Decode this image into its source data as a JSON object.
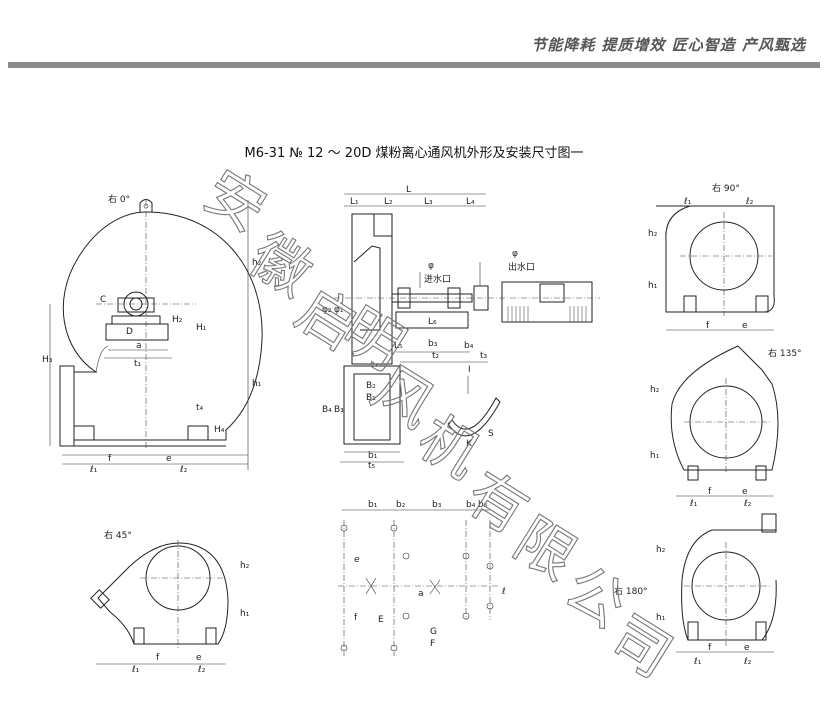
{
  "header": {
    "slogan": "节能降耗 提质增效 匠心智造 产风甄选"
  },
  "title": "M6-31 № 12 ～ 20D 煤粉离心通风机外形及安装尺寸图一",
  "watermark": [
    "安",
    "徽",
    "启",
    "明",
    "风",
    "机",
    "有",
    "限",
    "公",
    "司"
  ],
  "views": {
    "right0": {
      "angle": "右 0°",
      "labels": {
        "h2": "h₂",
        "h1": "h₁",
        "H3": "H₃",
        "C": "C",
        "D": "D",
        "H2": "H₂",
        "H1": "H₁",
        "a": "a",
        "t1": "t₁",
        "t4": "t₄",
        "H4": "H₄",
        "f": "f",
        "e": "e",
        "l1": "ℓ₁",
        "l2": "ℓ₂"
      }
    },
    "side": {
      "labels": {
        "L": "L",
        "L1": "L₁",
        "L2": "L₂",
        "L3": "L₃",
        "L4": "L₄",
        "phi": "φ",
        "inlet": "进水口",
        "outlet": "出水口",
        "L6": "L₆",
        "L5": "L₅",
        "b3": "b₃",
        "b4": "b₄",
        "t2": "t₂",
        "t3": "t₃",
        "phi2": "φ₂",
        "phi1": "φ₁",
        "B2": "B₂",
        "B1": "B₁",
        "B4": "B₄",
        "B3": "B₃",
        "b1": "b₁",
        "t5": "t₅"
      }
    },
    "detail": {
      "labels": {
        "K": "K",
        "S": "S",
        "I": "I"
      }
    },
    "right90": {
      "angle": "右 90°",
      "labels": {
        "h2": "h₂",
        "h1": "h₁",
        "f": "f",
        "e": "e",
        "l1": "ℓ₁",
        "l2": "ℓ₂"
      }
    },
    "right135": {
      "angle": "右 135°",
      "labels": {
        "h2": "h₂",
        "h1": "h₁",
        "f": "f",
        "e": "e",
        "l1": "ℓ₁",
        "l2": "ℓ₂"
      }
    },
    "right45": {
      "angle": "右 45°",
      "labels": {
        "h2": "h₂",
        "h1": "h₁",
        "f": "f",
        "e": "e",
        "l1": "ℓ₁",
        "l2": "ℓ₂"
      }
    },
    "right180": {
      "angle": "右 180°",
      "labels": {
        "h2": "h₂",
        "h1": "h₁",
        "f": "f",
        "e": "e",
        "l1": "ℓ₁",
        "l2": "ℓ₂"
      }
    },
    "plan": {
      "labels": {
        "b1": "b₁",
        "b2": "b₂",
        "b3": "b₃",
        "b4": "b₄",
        "b5": "b₅",
        "e": "e",
        "a": "a",
        "f": "f",
        "l": "ℓ",
        "E": "E",
        "G": "G",
        "F": "F"
      }
    }
  }
}
